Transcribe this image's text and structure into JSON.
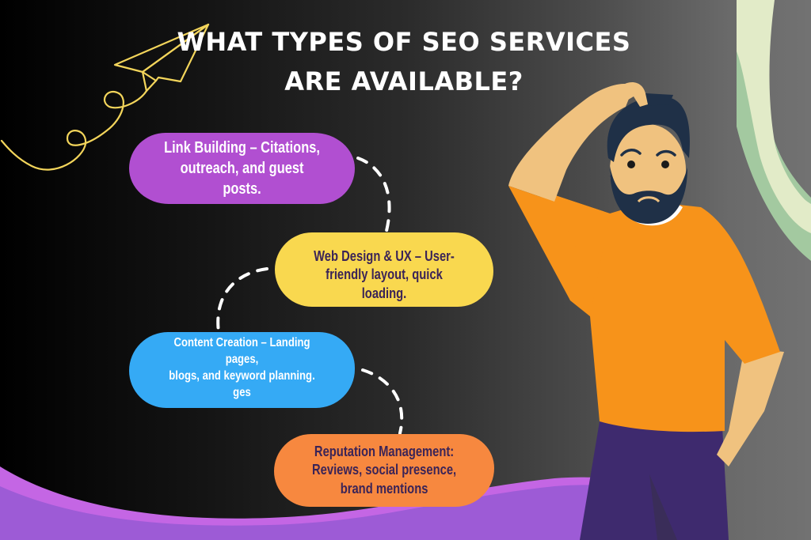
{
  "title": {
    "line1": "WHAT TYPES OF SEO SERVICES",
    "line2": "ARE AVAILABLE?"
  },
  "services": [
    {
      "id": "link-building",
      "text": "Link Building – Citations,\noutreach, and guest posts.",
      "color": "#b14fd1",
      "text_color": "#ffffff"
    },
    {
      "id": "web-design",
      "text": "Web Design & UX – User-\nfriendly layout, quick loading.",
      "color": "#f9d84f",
      "text_color": "#3b2457"
    },
    {
      "id": "content-creation",
      "text": "Content Creation – Landing pages,\nblogs, and keyword planning.\nges",
      "color": "#35aaf5",
      "text_color": "#ffffff"
    },
    {
      "id": "reputation",
      "text": "Reputation Management:\nReviews, social presence,\nbrand mentions",
      "color": "#f7883f",
      "text_color": "#3b2457"
    }
  ],
  "decor": {
    "paper_plane": "paper-plane-icon",
    "character": "confused-bearded-man",
    "accent_purple": "#9d5bd6",
    "accent_green": "#a3c9a0",
    "accent_green_light": "#e2ebc8",
    "shirt_orange": "#f7931a",
    "pants_navy": "#3e2a6e",
    "skin": "#f0c27f",
    "hair": "#1f3047"
  }
}
